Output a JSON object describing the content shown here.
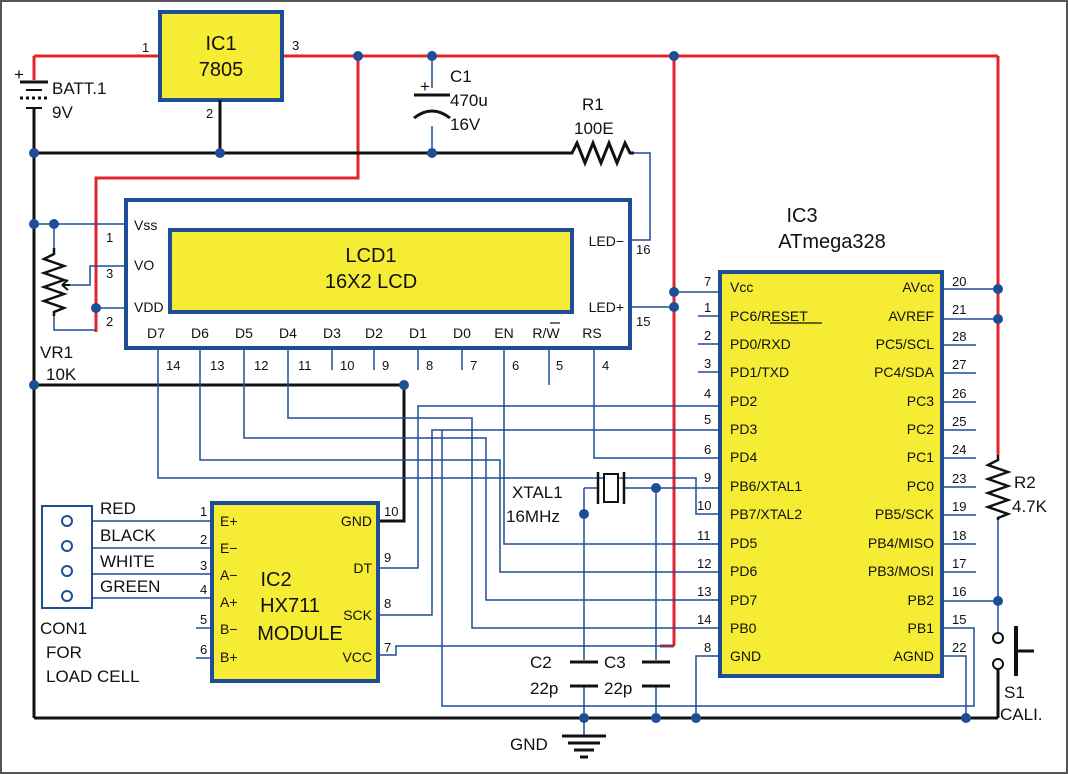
{
  "colors": {
    "wire": "#1f4e96",
    "ground_wire": "#111111",
    "supply_wire": "#e0262c",
    "chip_fill": "#f5ec33",
    "chip_border": "#1f4e96"
  },
  "battery": {
    "ref": "BATT.1",
    "value": "9V",
    "plus": "+"
  },
  "ic1": {
    "ref": "IC1",
    "part": "7805",
    "pins": [
      "1",
      "3",
      "2"
    ]
  },
  "c1": {
    "ref": "C1",
    "value": "470u",
    "voltage": "16V",
    "plus": "+"
  },
  "r1": {
    "ref": "R1",
    "value": "100E"
  },
  "vr1": {
    "ref": "VR1",
    "value": "10K",
    "pins": [
      "1",
      "3",
      "2"
    ]
  },
  "lcd": {
    "ref": "LCD1",
    "type": "16X2 LCD",
    "left_pins": [
      "Vss",
      "VO",
      "VDD"
    ],
    "right_pins": [
      "LED−",
      "LED+"
    ],
    "right_pin_numbers": [
      "16",
      "15"
    ],
    "bottom_pins": [
      "D7",
      "D6",
      "D5",
      "D4",
      "D3",
      "D2",
      "D1",
      "D0",
      "EN",
      "R/W",
      "RS"
    ],
    "bottom_pin_numbers": [
      "14",
      "13",
      "12",
      "11",
      "10",
      "9",
      "8",
      "7",
      "6",
      "5",
      "4"
    ]
  },
  "ic3": {
    "ref": "IC3",
    "part": "ATmega328",
    "left_pins": [
      "Vcc",
      "PC6/RESET",
      "PD0/RXD",
      "PD1/TXD",
      "PD2",
      "PD3",
      "PD4",
      "PB6/XTAL1",
      "PB7/XTAL2",
      "PD5",
      "PD6",
      "PD7",
      "PB0",
      "GND"
    ],
    "left_pin_numbers": [
      "7",
      "1",
      "2",
      "3",
      "4",
      "5",
      "6",
      "9",
      "10",
      "11",
      "12",
      "13",
      "14",
      "8"
    ],
    "right_pins": [
      "AVcc",
      "AVREF",
      "PC5/SCL",
      "PC4/SDA",
      "PC3",
      "PC2",
      "PC1",
      "PC0",
      "PB5/SCK",
      "PB4/MISO",
      "PB3/MOSI",
      "PB2",
      "PB1",
      "AGND"
    ],
    "right_pin_numbers": [
      "20",
      "21",
      "28",
      "27",
      "26",
      "25",
      "24",
      "23",
      "19",
      "18",
      "17",
      "16",
      "15",
      "22"
    ]
  },
  "ic2": {
    "ref": "IC2",
    "part": "HX711",
    "name": "MODULE",
    "left_pins": [
      "E+",
      "E−",
      "A−",
      "A+",
      "B−",
      "B+"
    ],
    "left_pin_numbers": [
      "1",
      "2",
      "3",
      "4",
      "5",
      "6"
    ],
    "right_pins": [
      "GND",
      "DT",
      "SCK",
      "VCC"
    ],
    "right_pin_numbers": [
      "10",
      "9",
      "8",
      "7"
    ]
  },
  "con1": {
    "ref": "CON1",
    "caption_1": "FOR",
    "caption_2": "LOAD CELL",
    "wires": [
      "RED",
      "BLACK",
      "WHITE",
      "GREEN"
    ]
  },
  "xtal1": {
    "ref": "XTAL1",
    "value": "16MHz"
  },
  "c2": {
    "ref": "C2",
    "value": "22p"
  },
  "c3": {
    "ref": "C3",
    "value": "22p"
  },
  "r2": {
    "ref": "R2",
    "value": "4.7K"
  },
  "s1": {
    "ref": "S1",
    "label": "CALI."
  },
  "ground": {
    "label": "GND"
  }
}
